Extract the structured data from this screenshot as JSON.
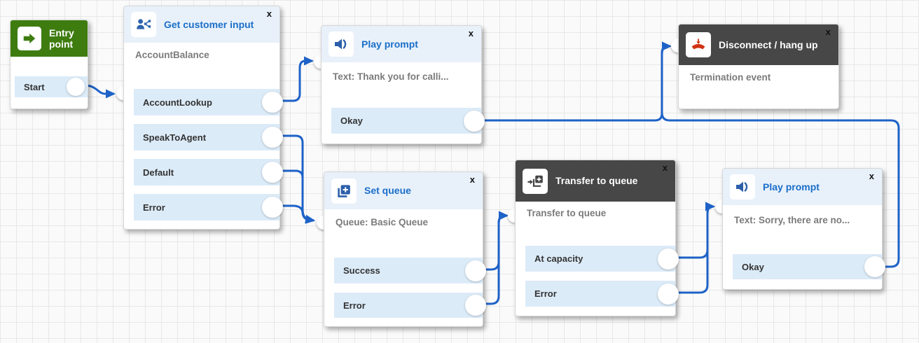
{
  "ui": {
    "close_label": "x"
  },
  "colors": {
    "connector_blue": "#1e62c8",
    "title_blue": "#1b6ec8",
    "entry_green": "#3e7c10",
    "dark_header_gray": "#474747",
    "light_header_blue": "#e8f1fa",
    "output_row_blue": "#dcebf8",
    "disconnect_red": "#d13212"
  },
  "blocks": {
    "entry": {
      "title": "Entry point",
      "outputs": {
        "start": "Start"
      }
    },
    "getCustomerInput": {
      "title": "Get customer input",
      "description": "AccountBalance",
      "outputs": {
        "accountLookup": "AccountLookup",
        "speakToAgent": "SpeakToAgent",
        "default": "Default",
        "error": "Error"
      }
    },
    "playPrompt1": {
      "title": "Play prompt",
      "description": "Text: Thank you for calli...",
      "outputs": {
        "okay": "Okay"
      }
    },
    "disconnect": {
      "title": "Disconnect / hang up",
      "description": "Termination event"
    },
    "setQueue": {
      "title": "Set queue",
      "description": "Queue: Basic Queue",
      "outputs": {
        "success": "Success",
        "error": "Error"
      }
    },
    "transferToQueue": {
      "title": "Transfer to queue",
      "description": "Transfer to queue",
      "outputs": {
        "atCapacity": "At capacity",
        "error": "Error"
      }
    },
    "playPrompt2": {
      "title": "Play prompt",
      "description": "Text: Sorry, there are no...",
      "outputs": {
        "okay": "Okay"
      }
    }
  },
  "connections": [
    {
      "from": "Entry point / Start",
      "to": "Get customer input"
    },
    {
      "from": "Get customer input / AccountLookup",
      "to": "Play prompt (Thank you for calli...)"
    },
    {
      "from": "Get customer input / SpeakToAgent",
      "to": "Set queue"
    },
    {
      "from": "Get customer input / Default",
      "to": "Set queue"
    },
    {
      "from": "Get customer input / Error",
      "to": "Set queue"
    },
    {
      "from": "Play prompt (Thank you for calli...) / Okay",
      "to": "Disconnect / hang up"
    },
    {
      "from": "Set queue / Success",
      "to": "Transfer to queue"
    },
    {
      "from": "Set queue / Error",
      "to": "Transfer to queue"
    },
    {
      "from": "Transfer to queue / At capacity",
      "to": "Play prompt (Sorry, there are no...)"
    },
    {
      "from": "Transfer to queue / Error",
      "to": "Play prompt (Sorry, there are no...)"
    },
    {
      "from": "Play prompt (Sorry, there are no...) / Okay",
      "to": "Disconnect / hang up"
    }
  ]
}
